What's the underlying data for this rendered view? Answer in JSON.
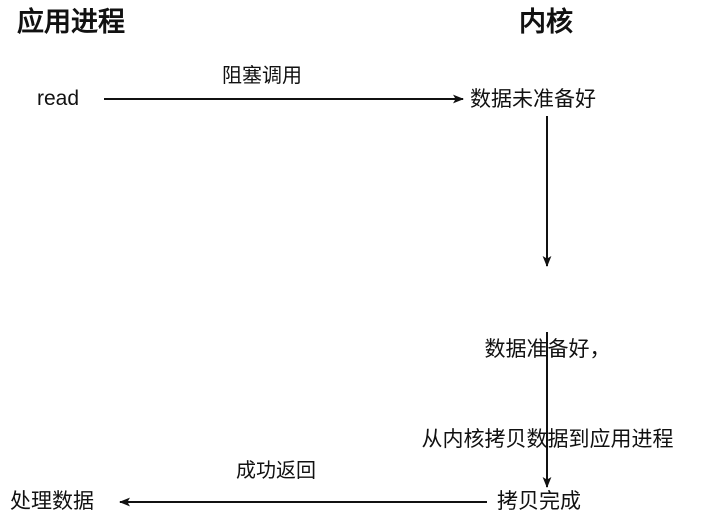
{
  "diagram": {
    "type": "sequence-flow",
    "title_left": "应用进程",
    "title_right": "内核",
    "nodes": {
      "read": "read",
      "data_not_ready": "数据未准备好",
      "data_ready_line1": "数据准备好，",
      "data_ready_line2": "从内核拷贝数据到应用进程",
      "copy_done": "拷贝完成",
      "process_data": "处理数据"
    },
    "edges": {
      "blocking_call": "阻塞调用",
      "success_return": "成功返回"
    },
    "colors": {
      "stroke": "#111111",
      "background": "#ffffff",
      "text": "#111111"
    }
  }
}
